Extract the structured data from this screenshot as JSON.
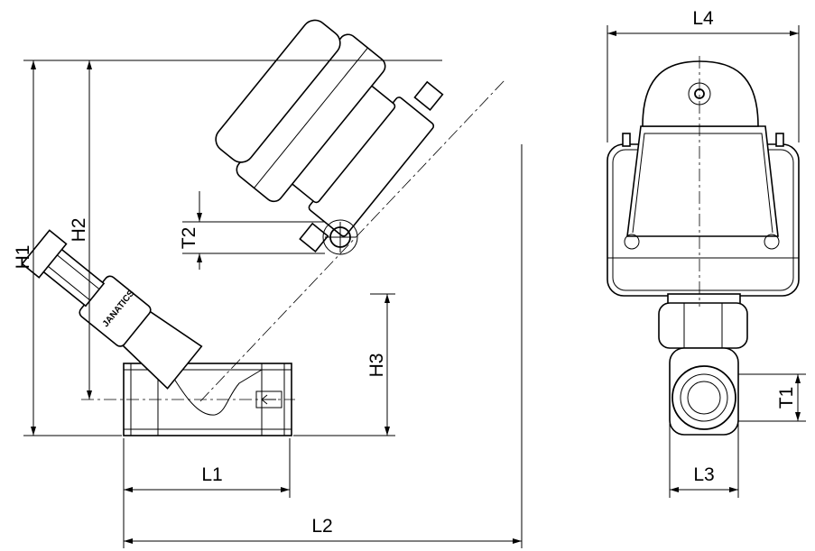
{
  "dimensions": {
    "h1": "H1",
    "h2": "H2",
    "h3": "H3",
    "t1": "T1",
    "t2": "T2",
    "l1": "L1",
    "l2": "L2",
    "l3": "L3",
    "l4": "L4"
  },
  "brand_text": "JANATICS",
  "colors": {
    "line": "#000000",
    "background": "#ffffff"
  }
}
